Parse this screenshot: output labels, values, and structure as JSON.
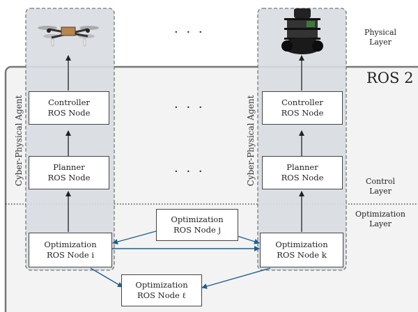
{
  "ros_label": "ROS 2",
  "agent_label": "Cyber-Physical Agent",
  "ellipsis": "· · ·",
  "layers": {
    "physical": [
      "Physical",
      "Layer"
    ],
    "control": [
      "Control",
      "Layer"
    ],
    "optimization": [
      "Optimization",
      "Layer"
    ]
  },
  "agents": [
    {
      "robot": "quadcopter-drone",
      "controller": [
        "Controller",
        "ROS Node"
      ],
      "planner": [
        "Planner",
        "ROS Node"
      ],
      "optimization": [
        "Optimization",
        "ROS Node i"
      ]
    },
    {
      "robot": "ground-robot",
      "controller": [
        "Controller",
        "ROS Node"
      ],
      "planner": [
        "Planner",
        "ROS Node"
      ],
      "optimization": [
        "Optimization",
        "ROS Node k"
      ]
    }
  ],
  "shared_nodes": {
    "j": [
      "Optimization",
      "ROS Node j"
    ],
    "l": [
      "Optimization",
      "ROS Node ℓ"
    ]
  },
  "colors": {
    "arrow_blue": "#1f5f8f",
    "ros_bg": "#f3f3f3",
    "agent_bg": "#d8dde2"
  }
}
